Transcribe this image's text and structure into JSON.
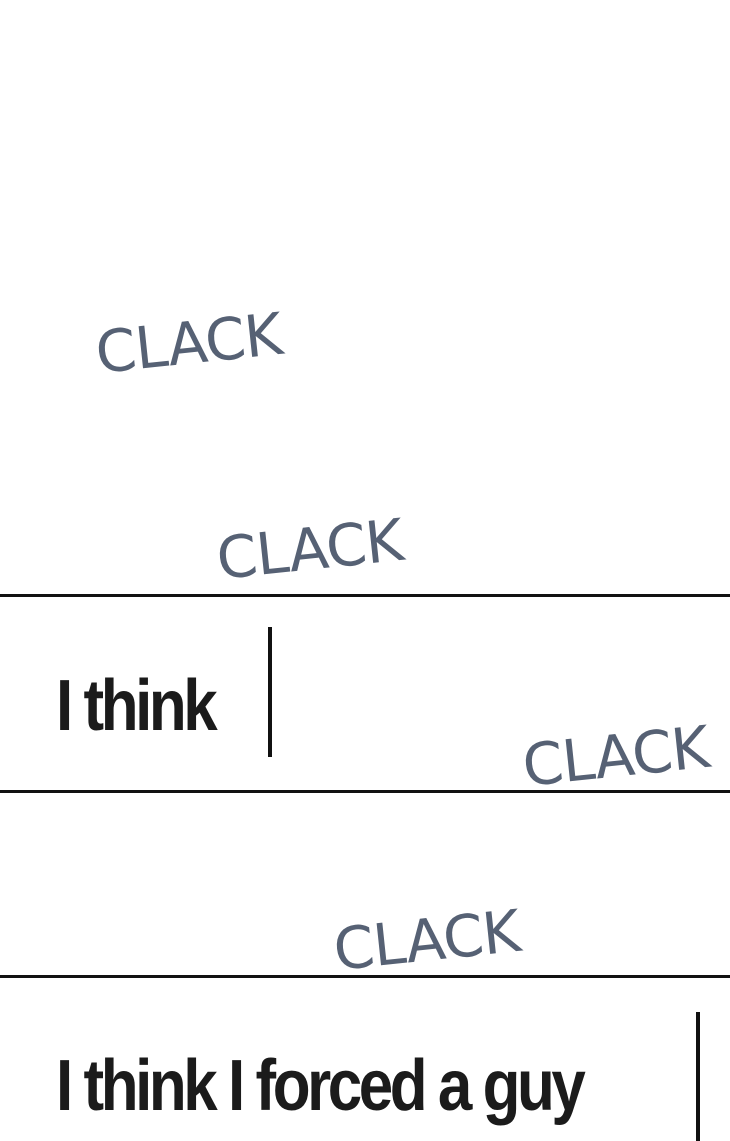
{
  "sound_effects": [
    "CLACK",
    "CLACK",
    "CLACK",
    "CLACK"
  ],
  "typed_lines": [
    "I think",
    "I think I forced a guy"
  ],
  "colors": {
    "background": "#ffffff",
    "sfx": "#566174",
    "text": "#1b1b1b",
    "rules": "#111111"
  }
}
